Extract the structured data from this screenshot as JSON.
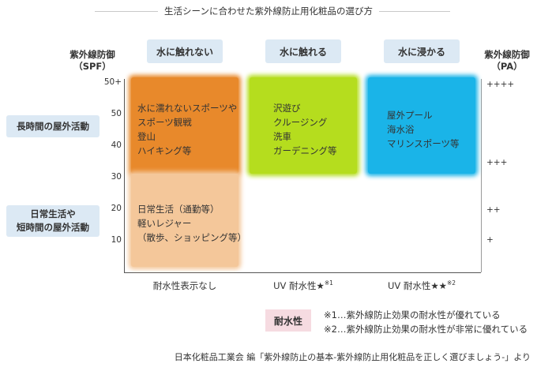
{
  "title": "生活シーンに合わせた紫外線防止用化粧品の選び方",
  "axis_left": {
    "title": "紫外線防御",
    "sub": "（SPF）",
    "ticks": [
      "50+",
      "50",
      "40",
      "30",
      "20",
      "10"
    ]
  },
  "axis_right": {
    "title": "紫外線防御",
    "sub": "（PA）",
    "ticks": [
      "++++",
      "+++",
      "++",
      "+"
    ]
  },
  "columns": [
    {
      "head": "水に触れない",
      "foot": "耐水性表示なし",
      "foot_sup": ""
    },
    {
      "head": "水に触れる",
      "foot": "UV 耐水性★",
      "foot_sup": "※1"
    },
    {
      "head": "水に浸かる",
      "foot": "UV 耐水性★★",
      "foot_sup": "※2"
    }
  ],
  "rows": [
    {
      "label_1": "長時間の屋外活動",
      "label_2": ""
    },
    {
      "label_1": "日常生活や",
      "label_2": "短時間の屋外活動"
    }
  ],
  "blocks": [
    {
      "text": "水に濡れないスポーツや\nスポーツ観戦\n登山\nハイキング等",
      "color": "#e8892b"
    },
    {
      "text": "日常生活（通勤等）\n軽いレジャー\n（散歩、ショッピング等）",
      "color": "#f4c79a"
    },
    {
      "text": "沢遊び\nクルージング\n洗車\nガーデニング等",
      "color": "#b5dd1e"
    },
    {
      "text": "屋外プール\n海水浴\nマリンスポーツ等",
      "color": "#1ab4e8"
    }
  ],
  "legend": {
    "badge": "耐水性",
    "note1": "※1…紫外線防止効果の耐水性が優れている",
    "note2": "※2…紫外線防止効果の耐水性が非常に優れている"
  },
  "source": "日本化粧品工業会 編「紫外線防止の基本-紫外線防止用化粧品を正しく選びましょう-」より"
}
